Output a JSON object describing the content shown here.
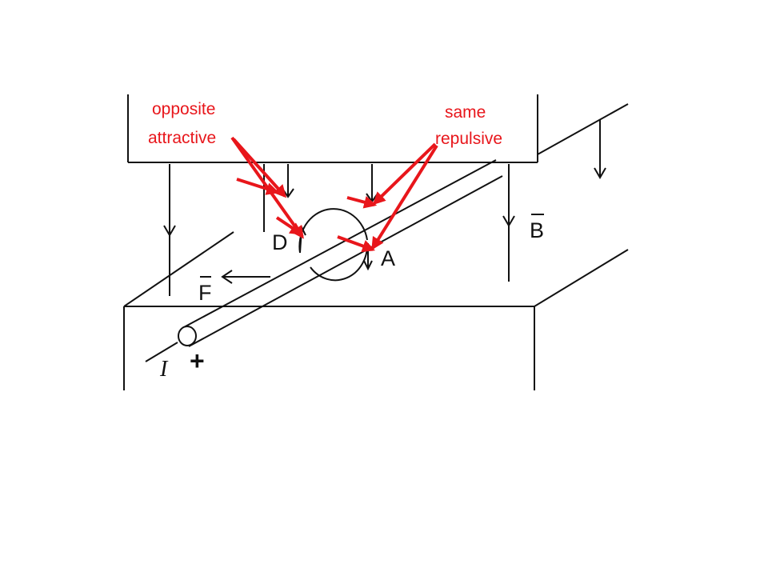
{
  "labels": {
    "opposite": "opposite",
    "attractive": "attractive",
    "same": "same",
    "repulsive": "repulsive",
    "point_d": "D",
    "point_a": "A",
    "field_b": "B",
    "force_f": "F",
    "current_i": "I",
    "terminal": "+"
  },
  "colors": {
    "annotation": "#e8161b",
    "ink": "#111111",
    "background": "#ffffff"
  }
}
